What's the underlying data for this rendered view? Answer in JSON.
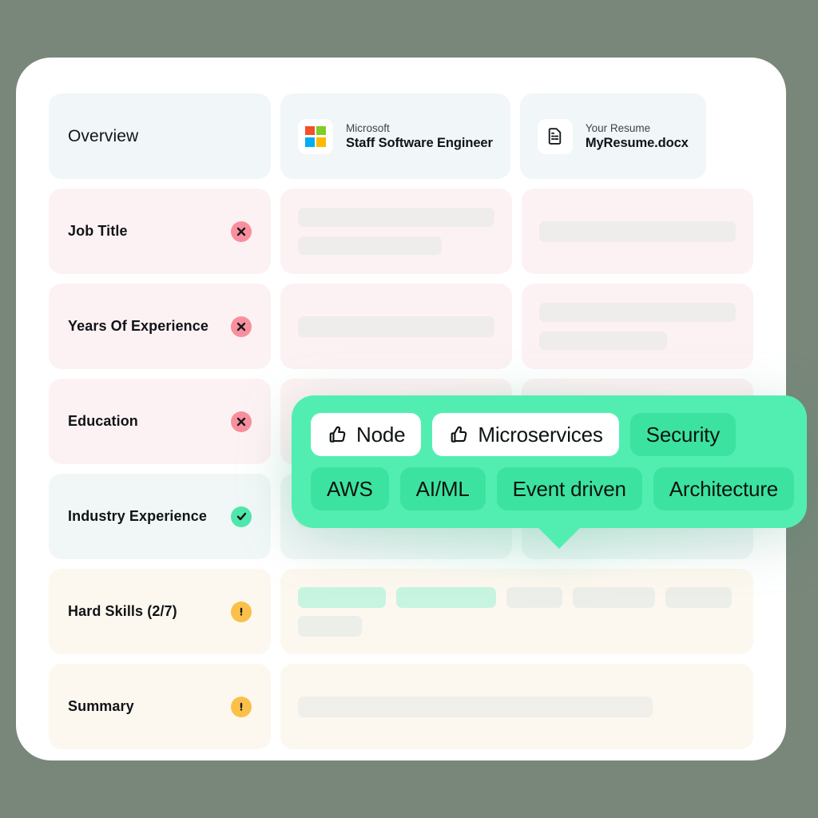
{
  "theme": {
    "page_background": "#79877a",
    "card_background": "#ffffff",
    "accent_green": "#52eeb1",
    "tag_green": "#3ce3a0",
    "fail_red": "#f98f9e",
    "pass_green": "#4fe7ad",
    "warn_amber": "#fbc04a",
    "tint_neutral": "#f1f6f8",
    "tint_red": "#fdf2f3",
    "tint_teal": "#f1f7f7",
    "tint_cream": "#fdf8ef",
    "skeleton_gray": "#efecec",
    "skeleton_green": "#c7f4e0"
  },
  "header": {
    "overview_label": "Overview",
    "job": {
      "company": "Microsoft",
      "title": "Staff Software Engineer",
      "logo_icon": "microsoft-logo-icon",
      "logo_colors": [
        "#f2502a",
        "#80cc28",
        "#00adef",
        "#fcb900"
      ]
    },
    "resume": {
      "caption": "Your Resume",
      "filename": "MyResume.docx",
      "icon": "document-icon"
    }
  },
  "rows": [
    {
      "id": "job-title",
      "label": "Job Title",
      "status": "fail",
      "status_icon": "x-circle-icon",
      "tint": "red",
      "job_bars": [
        100,
        73
      ],
      "resume_bars": [
        100
      ]
    },
    {
      "id": "years-of-experience",
      "label": "Years Of Experience",
      "status": "fail",
      "status_icon": "x-circle-icon",
      "tint": "red",
      "job_bars": [
        100
      ],
      "resume_bars": [
        100,
        65
      ]
    },
    {
      "id": "education",
      "label": "Education",
      "status": "fail",
      "status_icon": "x-circle-icon",
      "tint": "red",
      "job_bars": [
        100
      ],
      "resume_bars": [
        100
      ]
    },
    {
      "id": "industry-experience",
      "label": "Industry Experience",
      "status": "pass",
      "status_icon": "check-circle-icon",
      "tint": "teal",
      "job_bars": [
        100
      ],
      "resume_bars": [
        100
      ]
    }
  ],
  "skills_row": {
    "id": "hard-skills",
    "label": "Hard Skills (2/7)",
    "status": "warn",
    "status_icon": "warning-circle-icon",
    "tint": "cream",
    "chips_line_1": [
      {
        "width": 110,
        "matched": true
      },
      {
        "width": 125,
        "matched": true
      },
      {
        "width": 70,
        "matched": false
      },
      {
        "width": 103,
        "matched": false
      },
      {
        "width": 83,
        "matched": false
      }
    ],
    "chips_line_2": [
      {
        "width": 80,
        "matched": false
      }
    ]
  },
  "summary_row": {
    "id": "summary",
    "label": "Summary",
    "status": "warn",
    "status_icon": "warning-circle-icon",
    "tint": "cream",
    "bars": [
      100
    ]
  },
  "tooltip": {
    "line_1": [
      {
        "text": "Node",
        "style": "filled",
        "icon": "thumbs-up-icon"
      },
      {
        "text": "Microservices",
        "style": "filled",
        "icon": "thumbs-up-icon"
      },
      {
        "text": "Security",
        "style": "plain",
        "icon": null
      }
    ],
    "line_2": [
      {
        "text": "AWS",
        "style": "plain",
        "icon": null
      },
      {
        "text": "AI/ML",
        "style": "plain",
        "icon": null
      },
      {
        "text": "Event driven",
        "style": "plain",
        "icon": null
      },
      {
        "text": "Architecture",
        "style": "plain",
        "icon": null
      }
    ]
  }
}
